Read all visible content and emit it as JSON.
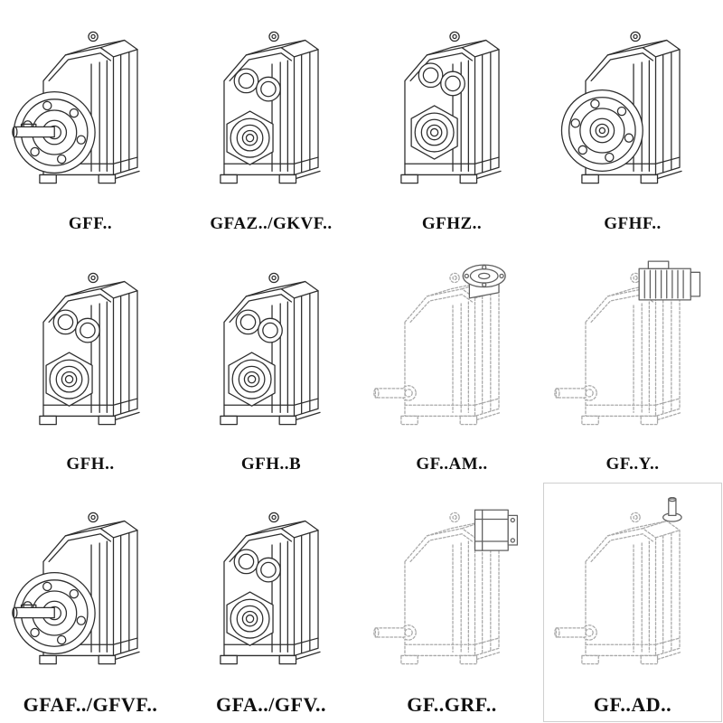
{
  "page": {
    "background": "#ffffff",
    "description": "Catalog sheet of parallel shaft helical gearbox model variants, 12 technical line drawings in a 4x3 grid",
    "line_color_solid": "#2e2e2e",
    "line_color_phantom": "#a9a9a9"
  },
  "cells": [
    {
      "label": "GFF..",
      "drawing": "gearbox with output flange and solid shaft, solid lines"
    },
    {
      "label": "GFAZ../GKVF..",
      "drawing": "gearbox with hollow shaft bores, solid lines"
    },
    {
      "label": "GFHZ..",
      "drawing": "gearbox with hollow shaft bores, solid lines"
    },
    {
      "label": "GFHF..",
      "drawing": "gearbox with output flange, hollow bore, solid lines"
    },
    {
      "label": "GFH..",
      "drawing": "gearbox with hollow shaft bearing boss, solid lines"
    },
    {
      "label": "GFH..B",
      "drawing": "gearbox with hollow shaft bearing boss, solid lines"
    },
    {
      "label": "GF..AM..",
      "drawing": "phantom-line gearbox with IEC motor adapter flange and output shaft"
    },
    {
      "label": "GF..Y..",
      "drawing": "phantom-line gearbox with mounted motor and output shaft"
    },
    {
      "label": "GFAF../GFVF..",
      "drawing": "gearbox with output flange and solid shaft, solid lines"
    },
    {
      "label": "GFA../GFV..",
      "drawing": "gearbox with hollow shaft bores, solid lines"
    },
    {
      "label": "GF..GRF..",
      "drawing": "phantom-line gearbox with adapter block and output shaft"
    },
    {
      "label": "GF..AD..",
      "drawing": "phantom-line gearbox with top input shaft and output shaft"
    }
  ]
}
